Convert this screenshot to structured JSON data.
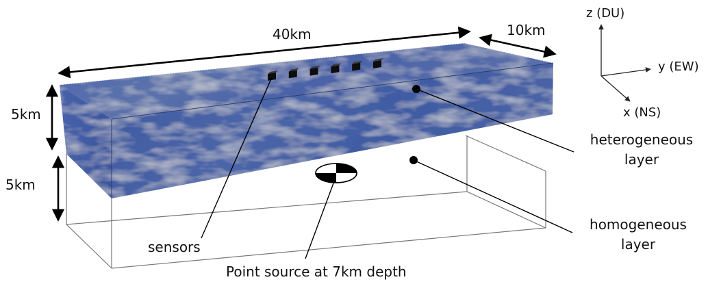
{
  "labels": {
    "length": "40km",
    "width": "10km",
    "upper_depth": "5km",
    "lower_depth": "5km",
    "axis_z": "z (DU)",
    "axis_y": "y (EW)",
    "axis_x": "x (NS)",
    "heterogeneous": [
      "heterogeneous",
      "layer"
    ],
    "homogeneous": [
      "homogeneous",
      "layer"
    ],
    "sensors": "sensors",
    "point_source": "Point source at 7km depth"
  },
  "sensor_count": 6,
  "colors": {
    "medium_base": "#4a64a8",
    "medium_dark": "#2f4b93",
    "medium_light": "#8fa0b8",
    "box_edges": "#555555",
    "ink": "#000000"
  }
}
